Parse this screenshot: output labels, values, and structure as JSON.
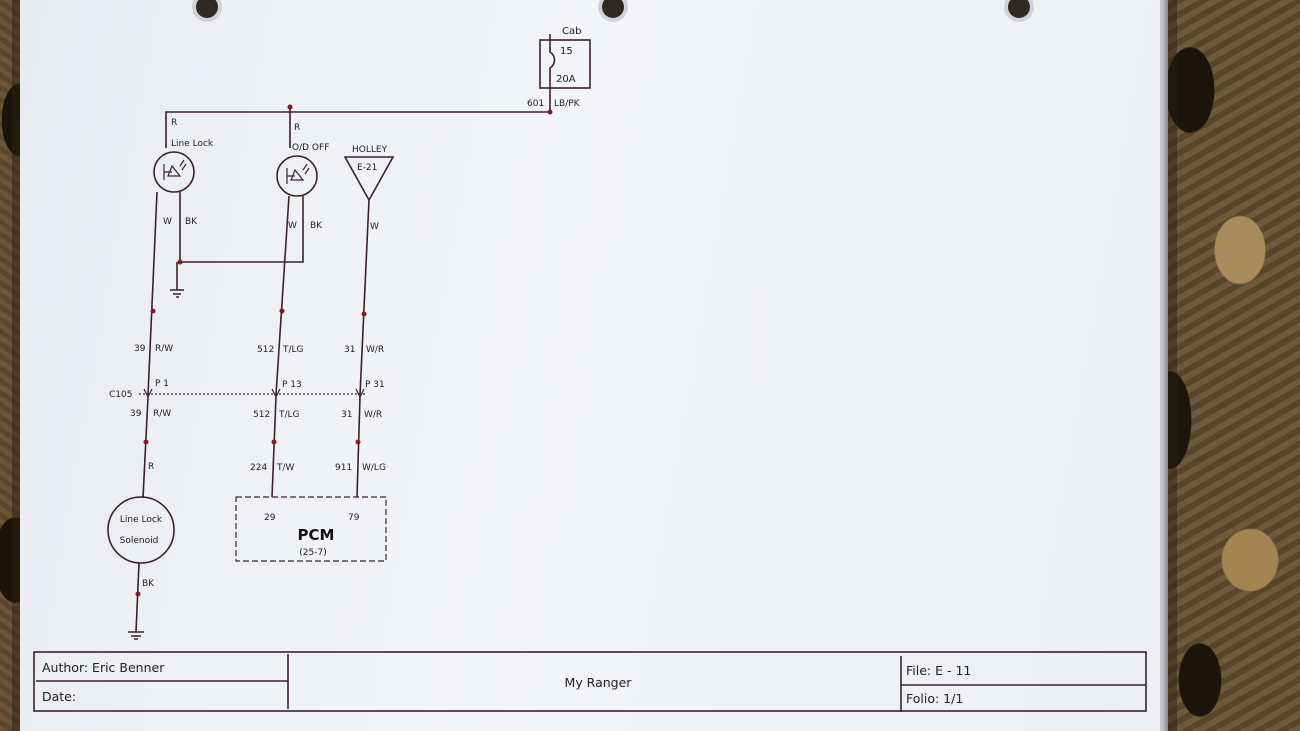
{
  "fuse": {
    "label": "Cab",
    "number": "15",
    "rating": "20A"
  },
  "feed": {
    "circuit": "601",
    "color": "LB/PK"
  },
  "switches": [
    {
      "power_color": "R",
      "label": "Line Lock",
      "out_color": "W",
      "ground_color": "BK"
    },
    {
      "power_color": "R",
      "label": "O/D OFF",
      "out_color": "W",
      "ground_color": "BK"
    }
  ],
  "holley": {
    "label": "HOLLEY",
    "id": "E-21",
    "out_color": "W"
  },
  "wires_upper": [
    {
      "circuit": "39",
      "color": "R/W"
    },
    {
      "circuit": "512",
      "color": "T/LG"
    },
    {
      "circuit": "31",
      "color": "W/R"
    }
  ],
  "connector": {
    "name": "C105",
    "pins": [
      "P 1",
      "P 13",
      "P 31"
    ]
  },
  "wires_lower": [
    {
      "circuit": "39",
      "color": "R/W"
    },
    {
      "circuit": "512",
      "color": "T/LG"
    },
    {
      "circuit": "31",
      "color": "W/R"
    }
  ],
  "solenoid": {
    "feed_color": "R",
    "line1": "Line Lock",
    "line2": "Solenoid",
    "ground_color": "BK"
  },
  "pcm_wires": [
    {
      "circuit": "224",
      "color": "T/W"
    },
    {
      "circuit": "911",
      "color": "W/LG"
    }
  ],
  "pcm": {
    "pin_a": "29",
    "pin_b": "79",
    "name": "PCM",
    "ref": "(25-7)"
  },
  "title_block": {
    "author": "Author: Eric Benner",
    "date": "Date:",
    "title": "My Ranger",
    "file": "File: E - 11",
    "folio": "Folio: 1/1"
  }
}
